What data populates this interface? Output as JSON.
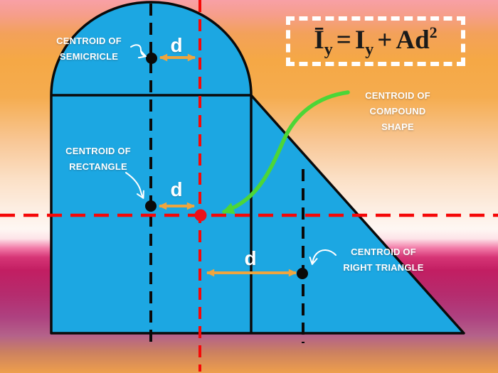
{
  "diagram": {
    "formula": {
      "lhs_base": "Ī",
      "lhs_sub": "y",
      "op1": "=",
      "rhs_base": "I",
      "rhs_sub": "y",
      "op2": "+",
      "term2_base": "Ad",
      "term2_sup": "2"
    },
    "labels": {
      "semicircle": {
        "lines": [
          "CENTROID OF",
          "SEMICRICLE"
        ]
      },
      "rectangle": {
        "lines": [
          "CENTROID OF",
          "RECTANGLE"
        ]
      },
      "compound": {
        "lines": [
          "CENTROID OF",
          "COMPOUND",
          "SHAPE"
        ]
      },
      "right_triangle": {
        "lines": [
          "CENTROID OF",
          "RIGHT TRIANGLE"
        ]
      }
    },
    "d_labels": {
      "semicircle": "d",
      "rectangle": "d",
      "right_triangle": "d"
    }
  },
  "colors": {
    "shape_fill": "#1CA7E2",
    "outline": "#0A0A0A",
    "axis_red": "#F50808",
    "centroid_red": "#EA101A",
    "arrow_orange": "#EFA53E",
    "arrow_green": "#4CD637",
    "label_white": "#FFFFFF",
    "formula_text": "#1A1A1A",
    "formula_border": "#FFFFFF"
  }
}
